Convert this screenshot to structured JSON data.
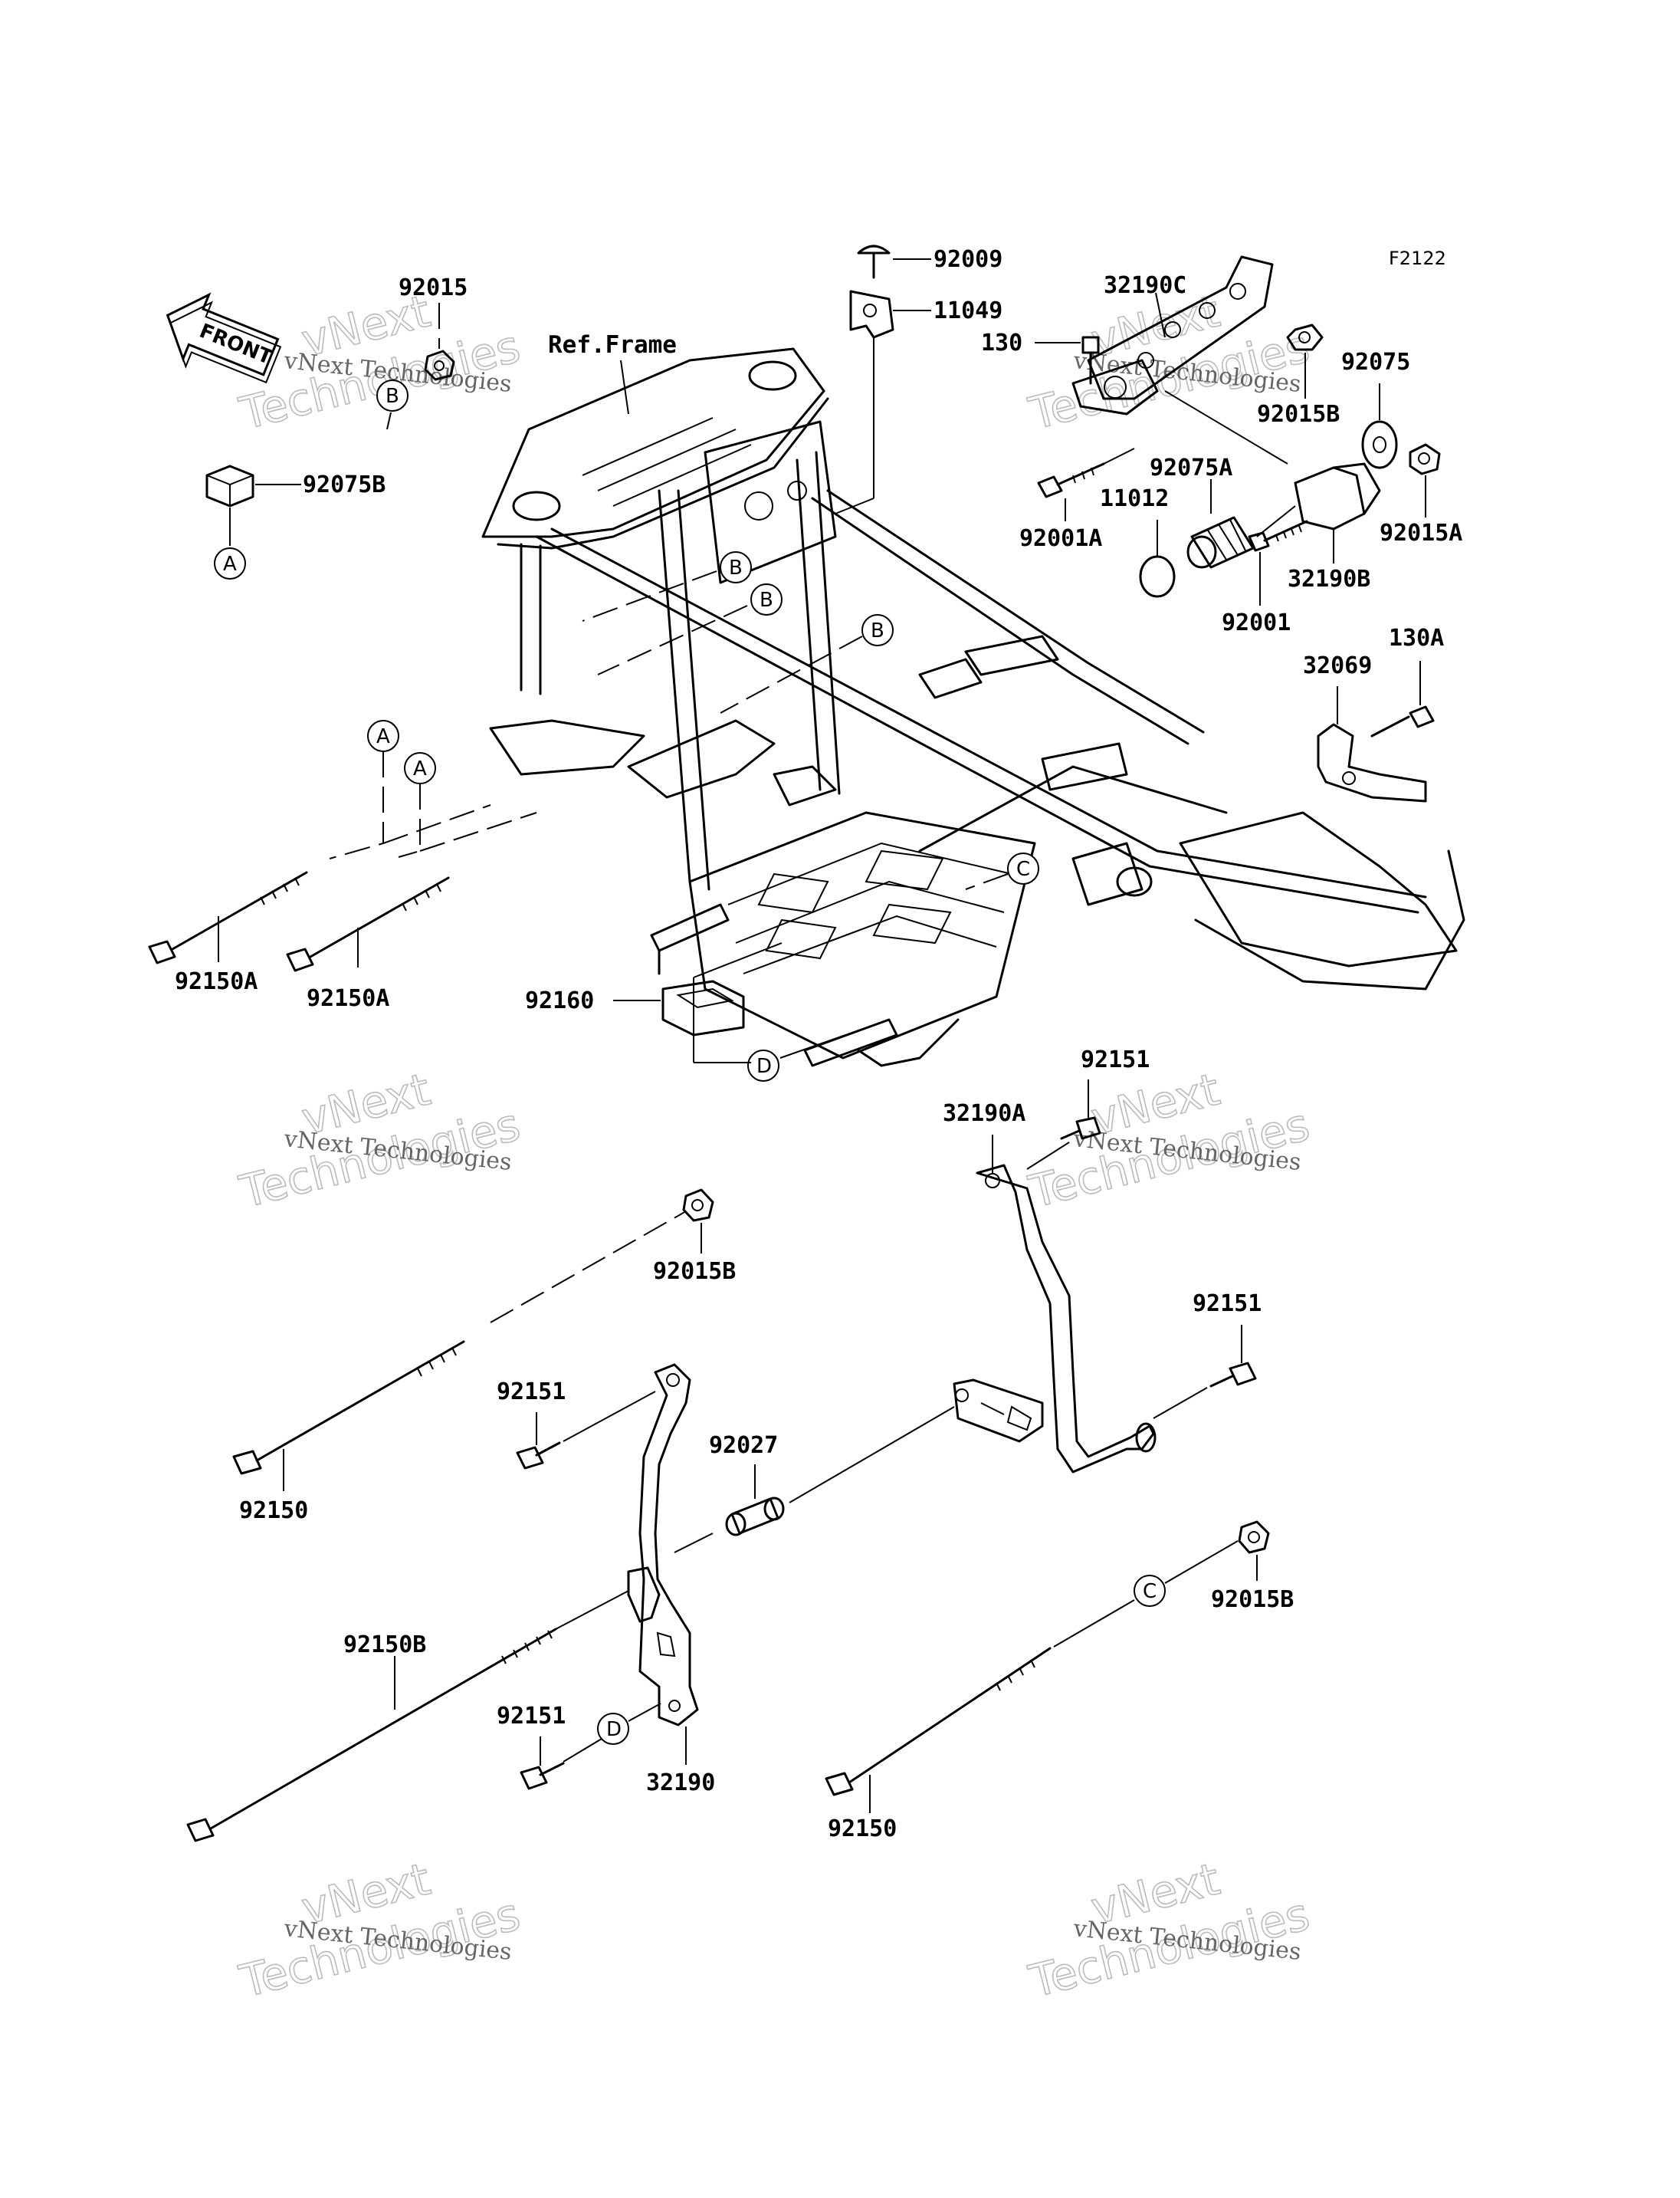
{
  "figure_code": "F2122",
  "front_label": "FRONT",
  "ref_frame_label": "Ref.Frame",
  "part_labels": {
    "p92015": "92015",
    "p92075B": "92075B",
    "p92009": "92009",
    "p11049": "11049",
    "p32190C": "32190C",
    "p130": "130",
    "p92015B_top": "92015B",
    "p92075": "92075",
    "p92075A": "92075A",
    "p11012": "11012",
    "p92001A": "92001A",
    "p92015A": "92015A",
    "p32190B": "32190B",
    "p92001": "92001",
    "p130A": "130A",
    "p32069": "32069",
    "p92150A_1": "92150A",
    "p92150A_2": "92150A",
    "p92160": "92160",
    "p92151_top": "92151",
    "p32190A": "32190A",
    "p92015B_mid": "92015B",
    "p92151_right": "92151",
    "p92151_left": "92151",
    "p92027": "92027",
    "p92150_left": "92150",
    "p92150B": "92150B",
    "p92015B_low": "92015B",
    "p92151_bottom": "92151",
    "p32190": "32190",
    "p92150_right": "92150"
  },
  "callouts": {
    "a_1": "A",
    "a_2": "A",
    "a_3": "A",
    "b_1": "B",
    "b_2": "B",
    "b_3": "B",
    "b_4": "B",
    "c_1": "C",
    "c_2": "C",
    "d_1": "D",
    "d_2": "D"
  },
  "watermarks": {
    "company": "vNext Technologies",
    "big_1": "vNext",
    "big_2": "Technologies"
  }
}
